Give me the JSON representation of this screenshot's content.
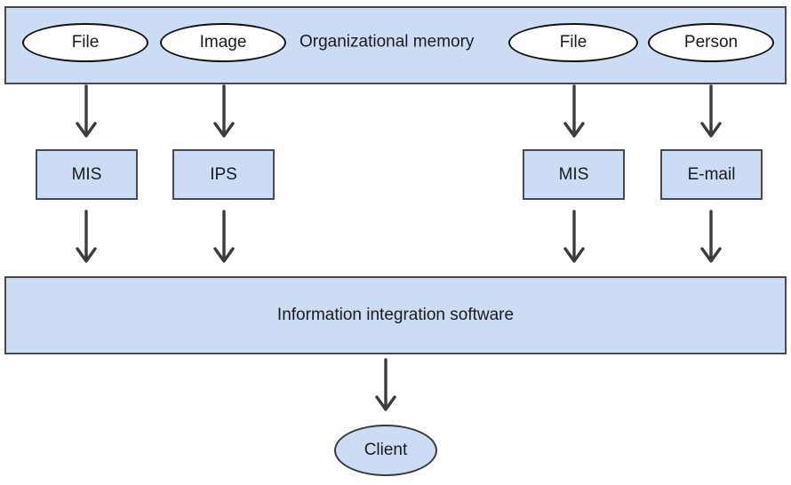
{
  "organizational_memory": {
    "label": "Organizational memory",
    "sources": [
      "File",
      "Image",
      "File",
      "Person"
    ]
  },
  "systems": [
    "MIS",
    "IPS",
    "MIS",
    "E-mail"
  ],
  "integration": {
    "label": "Information integration software"
  },
  "client": {
    "label": "Client"
  },
  "colors": {
    "box_fill": "#cddcf5",
    "box_border": "#4a4a4a",
    "oval_fill": "#ffffff",
    "arrow": "#3c3c3c"
  }
}
